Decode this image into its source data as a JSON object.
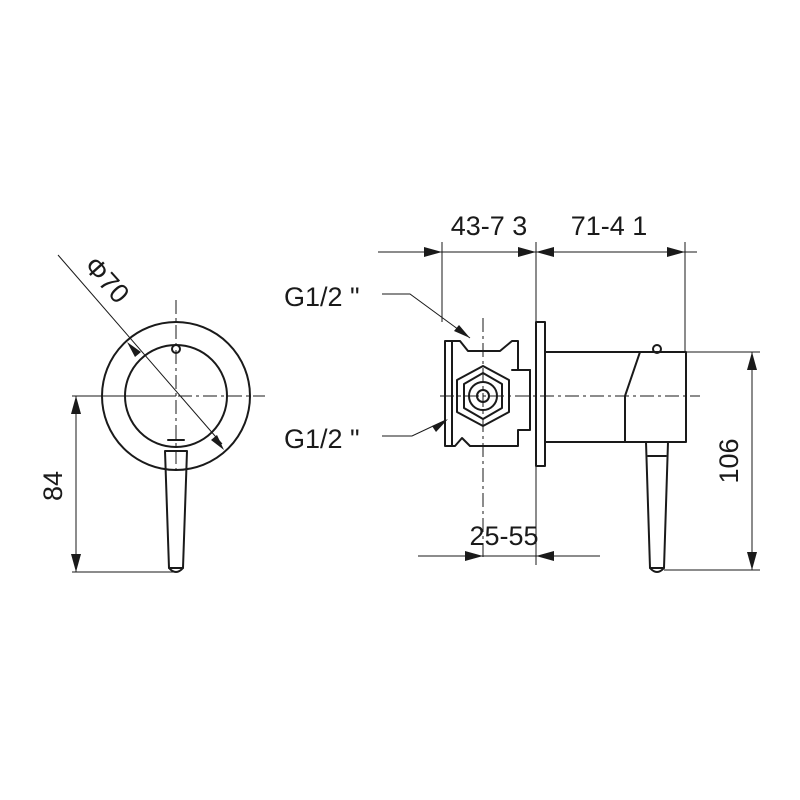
{
  "drawing": {
    "diameter_label": "Φ70",
    "height_label_front": "84",
    "height_label_side": "106",
    "depth_range_label_1": "43-7 3",
    "depth_range_label_2": "71-4 1",
    "inlet_label_top": "G1/2 \"",
    "inlet_label_bottom": "G1/2 \"",
    "bottom_range_label": "25-55"
  }
}
